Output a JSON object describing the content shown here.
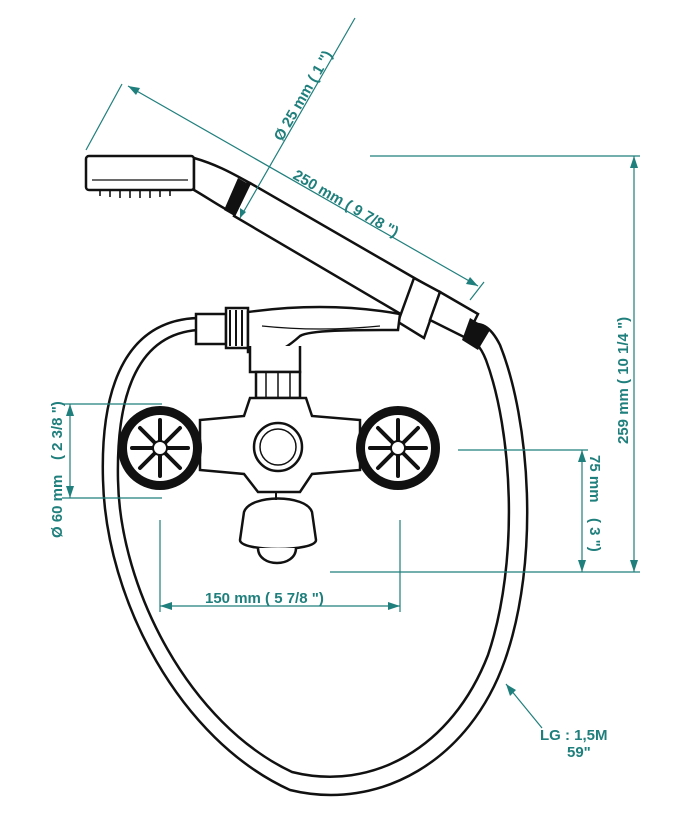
{
  "colors": {
    "dimension": "#1f7f7c",
    "ink": "#111111",
    "background": "#ffffff"
  },
  "dimensions": {
    "head_diameter": "Ø 25 mm ( 1 \")",
    "handle_length": "250 mm ( 9 7/8 \")",
    "total_height": "259 mm ( 10 1/4 \")",
    "knob_diameter_metric": "Ø 60 mm",
    "knob_diameter_inch": "( 2 3/8 \")",
    "spout_height_metric": "75 mm",
    "spout_height_inch": "( 3 \")",
    "center_distance": "150 mm ( 5 7/8 \")",
    "hose_length_metric": "LG : 1,5M",
    "hose_length_inch": "59\""
  }
}
